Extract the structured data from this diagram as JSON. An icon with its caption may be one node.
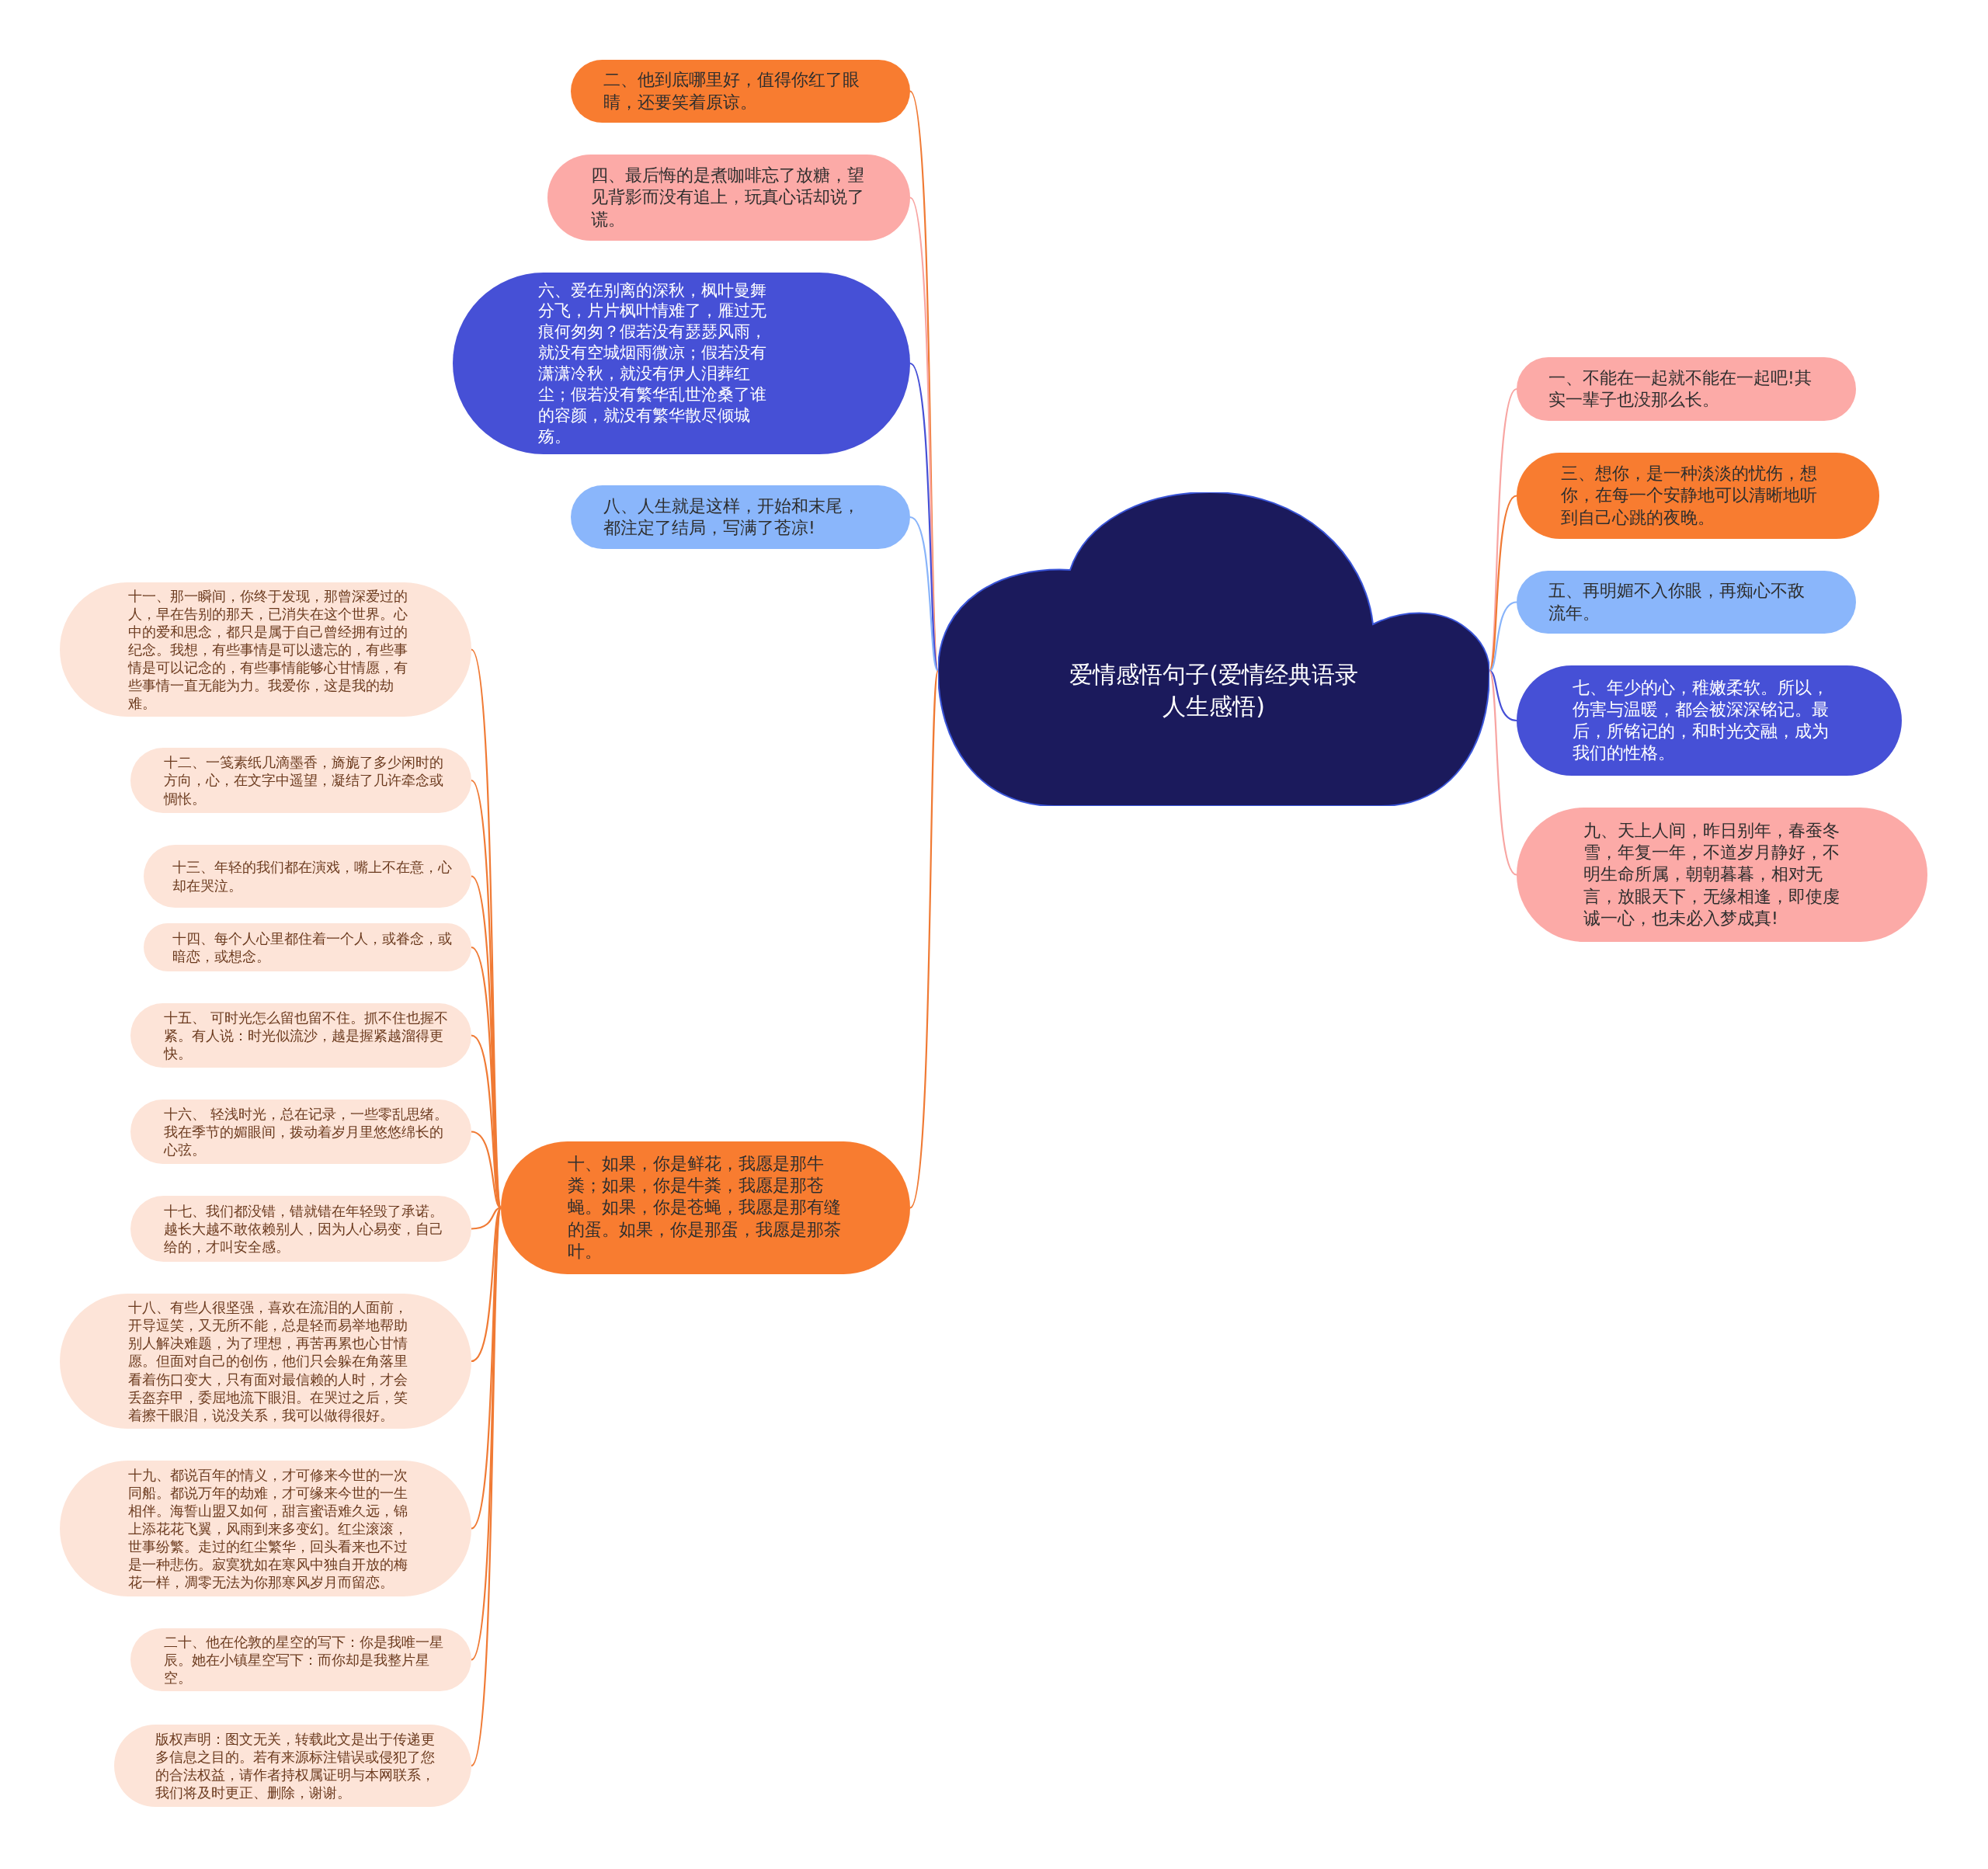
{
  "diagram": {
    "nodes": [
      {
        "text": [
          "爱情感悟句子(爱情经典语录人生感悟)"
        ]
      },
      {
        "text": [
          "二、他到底哪里好，值得你红了眼睛，还要笑着原谅。"
        ]
      },
      {
        "text": [
          "四、最后悔的是煮咖啡忘了放糖，望见背影而没有追上，玩真心话却说了谎。"
        ]
      },
      {
        "text": [
          "六、爱在别离的深秋，枫叶曼舞分飞，片片枫叶情难了，雁过无痕何匆匆？假若没有瑟瑟风雨，就没有空城烟雨微凉；假若没有潇潇冷秋，就没有伊人泪葬红尘；假若没有繁华乱世沧桑了谁的容颜，就没有繁华散尽倾城殇。"
        ]
      },
      {
        "text": [
          "八、人生就是这样，开始和末尾，都注定了结局，写满了苍凉!"
        ]
      },
      {
        "text": [
          "十、如果，你是鲜花，我愿是那牛粪；如果，你是牛粪，我愿是那苍蝇。如果，你是苍蝇，我愿是那有缝的蛋。如果，你是那蛋，我愿是那茶叶。"
        ]
      },
      {
        "text": [
          "十一、那一瞬间，你终于发现，那曾深爱过的人，早在告别的那天，已消失在这个世界。心中的爱和思念，都只是属于自己曾经拥有过的纪念。我想，有些事情是可以遗忘的，有些事情是可以记念的，有些事情能够心甘情愿，有些事情一直无能为力。我爱你，这是我的劫难。"
        ]
      },
      {
        "text": [
          "十二、一笺素纸几滴墨香，旖旎了多少闲时的方向，心，在文字中遥望，凝结了几许牵念或惆怅。"
        ]
      },
      {
        "text": [
          "十三、年轻的我们都在演戏，嘴上不在意，心却在哭泣。"
        ]
      },
      {
        "text": [
          "十四、每个人心里都住着一个人，或眷念，或暗恋，或想念。"
        ]
      },
      {
        "text": [
          "十五、 可时光怎么留也留不住。抓不住也握不紧。有人说：时光似流沙，越是握紧越溜得更快。"
        ]
      },
      {
        "text": [
          "十六、 轻浅时光，总在记录，一些零乱思绪。我在季节的媚眼间，拨动着岁月里悠悠绵长的心弦。"
        ]
      },
      {
        "text": [
          "十七、我们都没错，错就错在年轻毁了承诺。越长大越不敢依赖别人，因为人心易变，自己给的，才叫安全感。"
        ]
      },
      {
        "text": [
          "十八、有些人很坚强，喜欢在流泪的人面前，开导逗笑，又无所不能，总是轻而易举地帮助别人解决难题，为了理想，再苦再累也心甘情愿。但面对自己的创伤，他们只会躲在角落里看着伤口变大，只有面对最信赖的人时，才会丢盔弃甲，委屈地流下眼泪。在哭过之后，笑着擦干眼泪，说没关系，我可以做得很好。"
        ]
      },
      {
        "text": [
          "十九、都说百年的情义，才可修来今世的一次同船。都说万年的劫难，才可缘来今世的一生相伴。海誓山盟又如何，甜言蜜语难久远，锦上添花花飞翼，风雨到来多变幻。红尘滚滚，世事纷繁。走过的红尘繁华，回头看来也不过是一种悲伤。寂寞犹如在寒风中独自开放的梅花一样，凋零无法为你那寒风岁月而留恋。"
        ]
      },
      {
        "text": [
          "二十、他在伦敦的星空的写下：你是我唯一星辰。她在小镇星空写下：而你却是我整片星空。"
        ]
      },
      {
        "text": [
          "版权声明：图文无关，转载此文是出于传递更多信息之目的。若有来源标注错误或侵犯了您的合法权益，请作者持权属证明与本网联系，我们将及时更正、删除，谢谢。"
        ]
      },
      {
        "text": [
          "一、不能在一起就不能在一起吧!其实一辈子也没那么长。"
        ]
      },
      {
        "text": [
          "三、想你，是一种淡淡的忧伤，想你，在每一个安静地可以清晰地听到自己心跳的夜晚。"
        ]
      },
      {
        "text": [
          "五、再明媚不入你眼，再痴心不敌流年。"
        ]
      },
      {
        "text": [
          "七、年少的心，稚嫩柔软。所以，伤害与温暖，都会被深深铭记。最后，所铭记的，和时光交融，成为我们的性格。"
        ]
      },
      {
        "text": [
          "九、天上人间，昨日别年，春蚕冬雪，年复一年，不道岁月静好，不明生命所属，朝朝暮暮，相对无言，放眼天下，无缘相逢，即使虔诚一心，也未必入梦成真!"
        ]
      }
    ],
    "edges": [
      {
        "from": 0,
        "to": 1,
        "arrow": "none"
      },
      {
        "from": 0,
        "to": 2,
        "arrow": "none",
        "color": "#f8a5a2"
      },
      {
        "from": 0,
        "to": 3,
        "arrow": "none",
        "color": "#4650d6"
      },
      {
        "from": 0,
        "to": 4,
        "arrow": "none",
        "color": "#89b4fa"
      },
      {
        "from": 0,
        "to": 5,
        "arrow": "none"
      },
      {
        "from": 5,
        "to": 6,
        "arrow": "none"
      },
      {
        "from": 5,
        "to": 7,
        "arrow": "none"
      },
      {
        "from": 5,
        "to": 8,
        "arrow": "none"
      },
      {
        "from": 5,
        "to": 9,
        "arrow": "none"
      },
      {
        "from": 5,
        "to": 10,
        "arrow": "none"
      },
      {
        "from": 5,
        "to": 11,
        "arrow": "none"
      },
      {
        "from": 5,
        "to": 12,
        "arrow": "none"
      },
      {
        "from": 5,
        "to": 13,
        "arrow": "none"
      },
      {
        "from": 5,
        "to": 14,
        "arrow": "none"
      },
      {
        "from": 5,
        "to": 15,
        "arrow": "none"
      },
      {
        "from": 5,
        "to": 16,
        "arrow": "none"
      },
      {
        "from": 0,
        "to": 17,
        "arrow": "none",
        "color": "#f8a5a2"
      },
      {
        "from": 0,
        "to": 18,
        "arrow": "none"
      },
      {
        "from": 0,
        "to": 19,
        "arrow": "none",
        "color": "#89b4fa"
      },
      {
        "from": 0,
        "to": 20,
        "arrow": "none",
        "color": "#4650d6"
      },
      {
        "from": 0,
        "to": 21,
        "arrow": "none",
        "color": "#f8a5a2"
      }
    ]
  }
}
